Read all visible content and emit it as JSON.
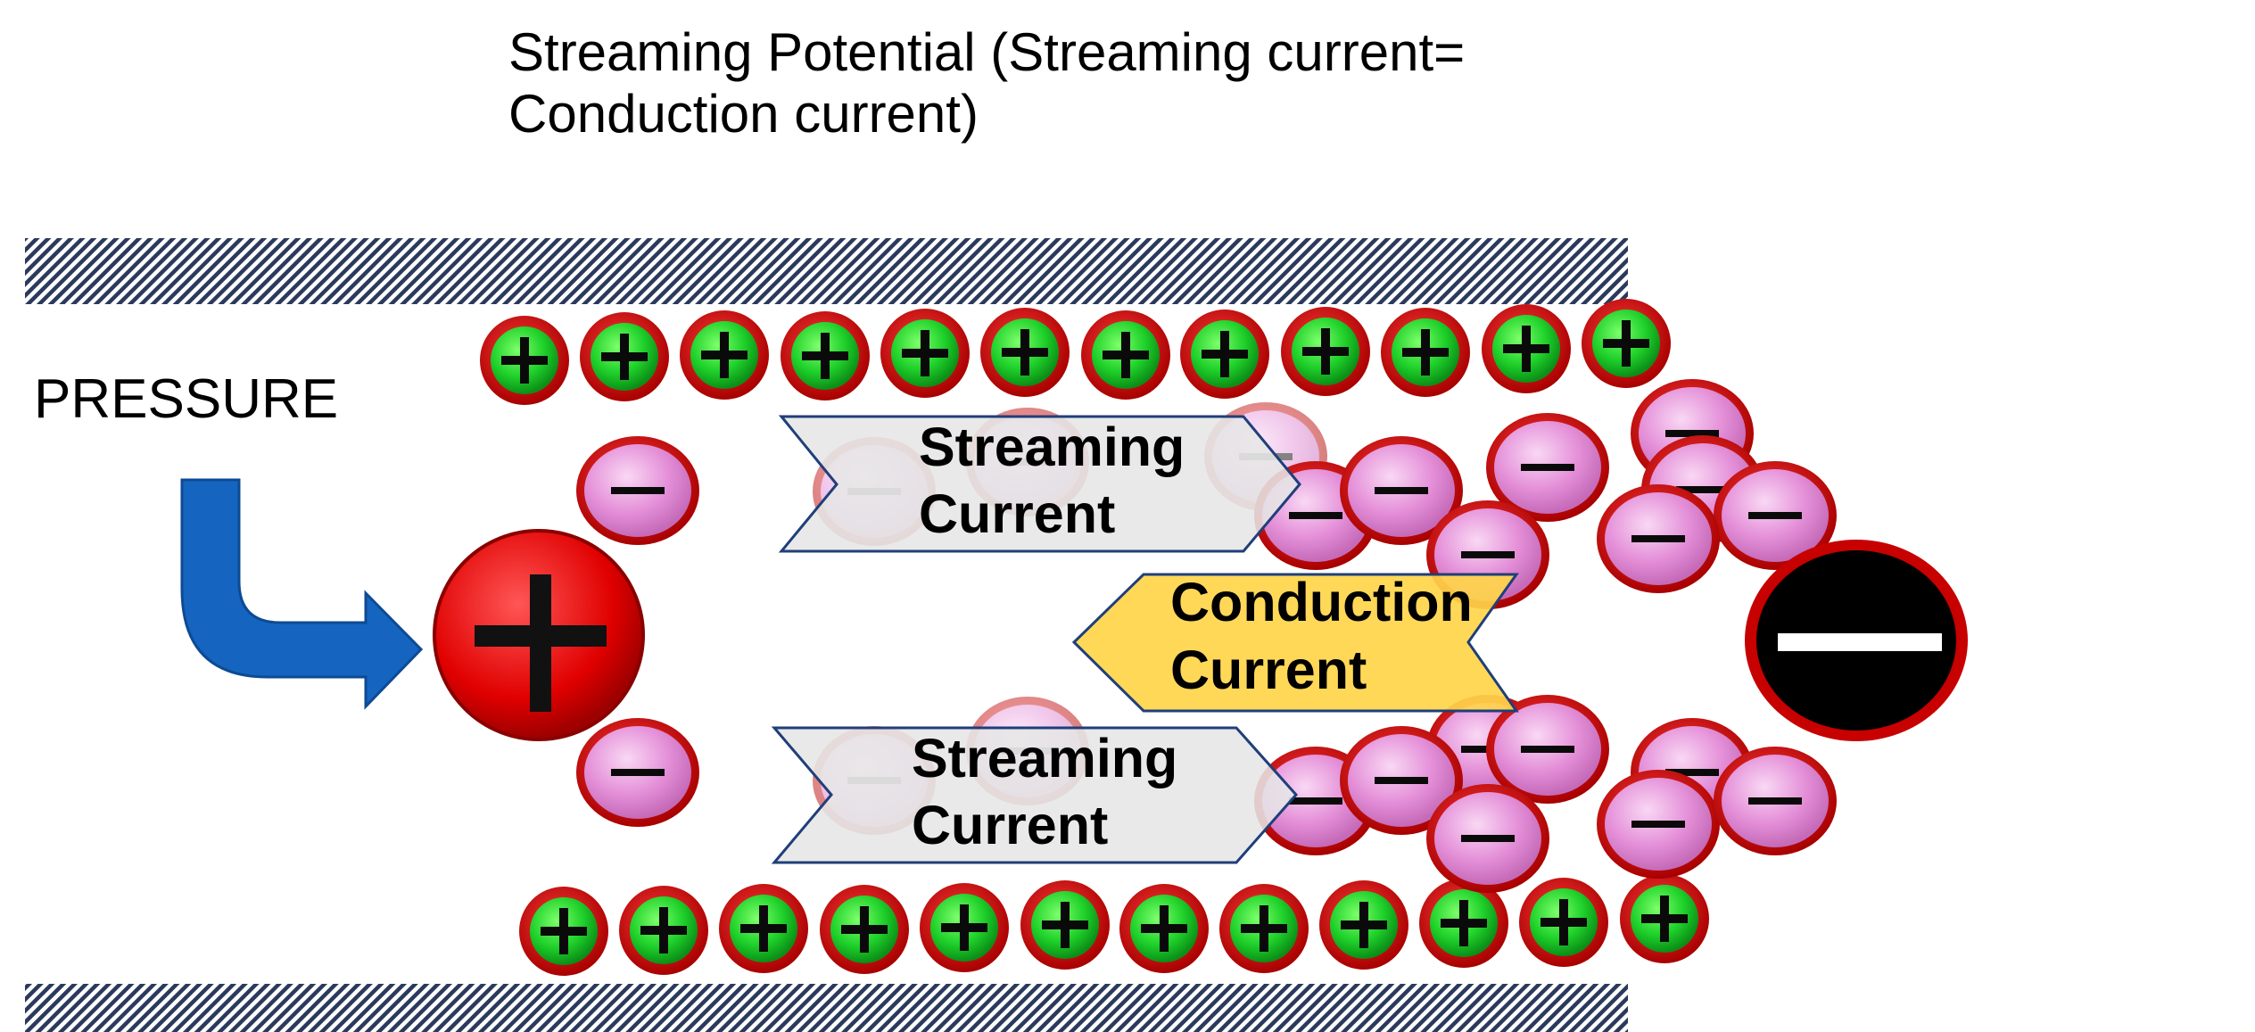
{
  "title": "Streaming Potential (Streaming current= Conduction current)",
  "pressure_label": "PRESSURE",
  "streaming_current_top": [
    "Streaming",
    "Current"
  ],
  "streaming_current_bottom": [
    "Streaming",
    "Current"
  ],
  "conduction_current": [
    "Conduction",
    "Current"
  ],
  "colors": {
    "wall_hatch": "#2b3a5c",
    "positive_ion_fill": "#1fd12a",
    "ion_ring": "#d10a0a",
    "negative_ion_fill": "#e48fd8",
    "anode_fill": "#e00000",
    "cathode_fill": "#000000",
    "arrow_blue": "#1565c0",
    "streaming_box": "#e6e6e6",
    "conduction_box": "#ffd54a",
    "box_border": "#1f3f7a"
  }
}
